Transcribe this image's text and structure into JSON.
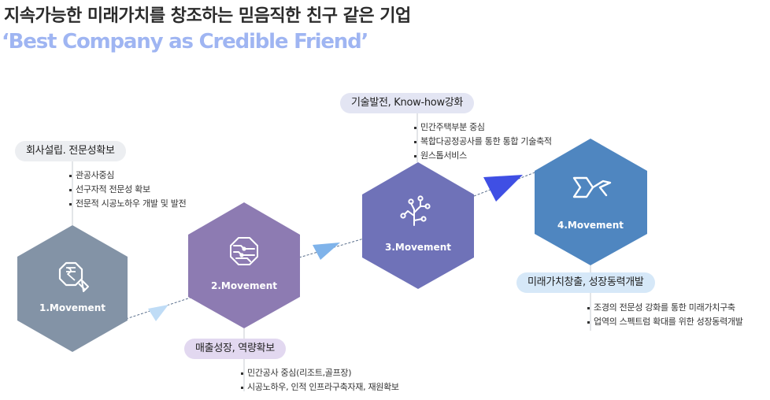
{
  "header": {
    "title": "지속가능한 미래가치를 창조하는 믿음직한 친구 같은 기업",
    "subtitle": "‘Best Company as Credible Friend’"
  },
  "steps": [
    {
      "label": "1.Movement",
      "color": "#8393a6",
      "icon": "rupee-hexagon-hand-icon",
      "pill": "회사설립. 전문성확보",
      "pill_color": "#eceef1",
      "items": [
        "관공사중심",
        "선구자적 전문성 확보",
        "전문적 시공노하우 개발 및 발전"
      ]
    },
    {
      "label": "2.Movement",
      "color": "#8d7bb2",
      "icon": "circuit-brain-icon",
      "pill": "매출성장, 역량확보",
      "pill_color": "#e2d8f0",
      "items": [
        "민간공사 중심(리조트,골프장)",
        "시공노하우, 인적 인프라구축자재, 재원확보"
      ]
    },
    {
      "label": "3.Movement",
      "color": "#6f72b8",
      "icon": "branching-tree-icon",
      "pill": "기술발전, Know-how강화",
      "pill_color": "#e3e5f3",
      "items": [
        "민간주택부분 중심",
        "복합다공정공사를 통한 통합 기술축적",
        "원스톱서비스"
      ]
    },
    {
      "label": "4.Movement",
      "color": "#4f86c0",
      "icon": "bird-arrow-icon",
      "pill": "미래가치창출, 성장동력개발",
      "pill_color": "#d6e8f8",
      "items": [
        "조경의 전문성 강화를 통한 미래가치구축",
        "업역의 스펙트럼 확대를 위한 성장동력개발"
      ]
    }
  ]
}
